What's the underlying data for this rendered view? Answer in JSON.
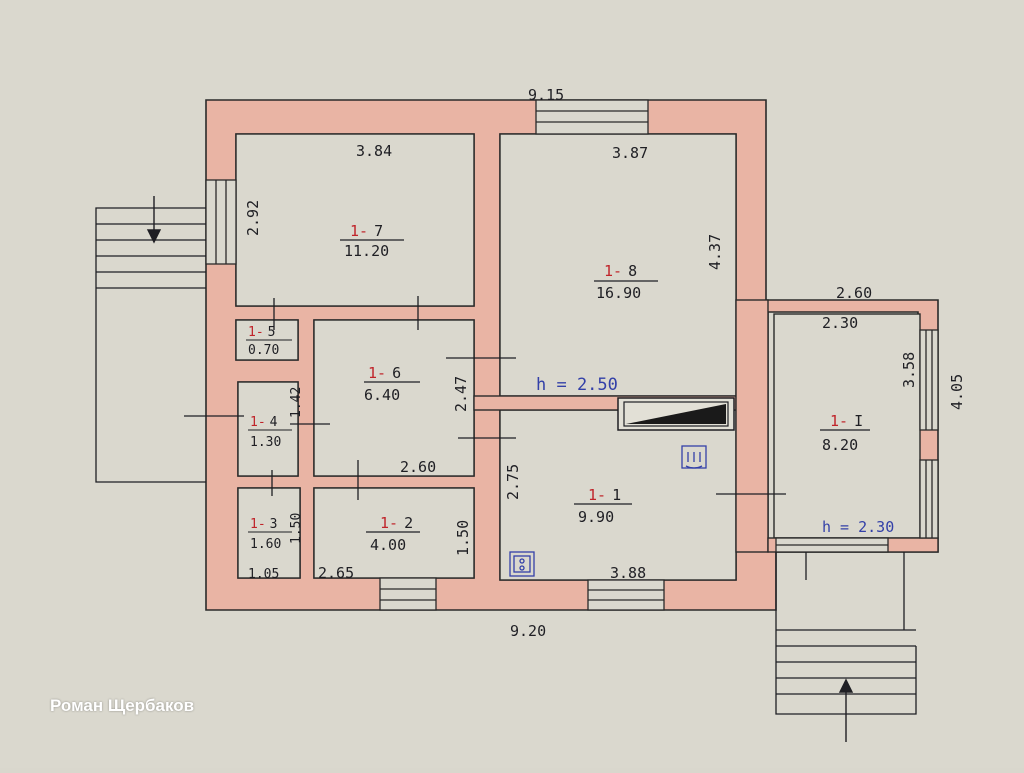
{
  "colors": {
    "paper": "#d9d7cd",
    "wall": "#e9b4a4",
    "ink": "#1f1f24",
    "red_ink": "#c0242a",
    "blue_ink": "#3340a8"
  },
  "plan": {
    "overall": {
      "top_width": "9.15",
      "bottom_width": "9.20"
    },
    "rooms": [
      {
        "id": "1-7",
        "prefix": "1-",
        "suffix": "7",
        "area": "11.20",
        "dims": [
          "3.84",
          "2.92"
        ]
      },
      {
        "id": "1-8",
        "prefix": "1-",
        "suffix": "8",
        "area": "16.90",
        "dims": [
          "3.87",
          "4.37"
        ]
      },
      {
        "id": "1-5",
        "prefix": "1-",
        "suffix": "5",
        "area": "0.70",
        "dims": []
      },
      {
        "id": "1-6",
        "prefix": "1-",
        "suffix": "6",
        "area": "6.40",
        "dims": [
          "2.47",
          "2.60"
        ]
      },
      {
        "id": "1-4",
        "prefix": "1-",
        "suffix": "4",
        "area": "1.30",
        "dims": [
          "1.42"
        ]
      },
      {
        "id": "1-3",
        "prefix": "1-",
        "suffix": "3",
        "area": "1.60",
        "dims": [
          "1.50",
          "1.05"
        ]
      },
      {
        "id": "1-2",
        "prefix": "1-",
        "suffix": "2",
        "area": "4.00",
        "dims": [
          "2.65",
          "1.50"
        ]
      },
      {
        "id": "1-1",
        "prefix": "1-",
        "suffix": "1",
        "area": "9.90",
        "dims": [
          "2.75",
          "3.88"
        ]
      },
      {
        "id": "1-I",
        "prefix": "1-",
        "suffix": "I",
        "area": "8.20",
        "dims": [
          "2.60",
          "2.30",
          "3.58",
          "4.05"
        ]
      }
    ],
    "ceiling_heights": {
      "main": "h = 2.50",
      "annex": "h = 2.30"
    }
  },
  "icons": {
    "stove": "stove-icon",
    "sink": "sink-icon",
    "boiler": "boiler-icon",
    "entry_arrow_left": "entry-arrow-icon",
    "entry_arrow_bottom": "entry-arrow-icon"
  },
  "watermark": "Роман Щербаков"
}
